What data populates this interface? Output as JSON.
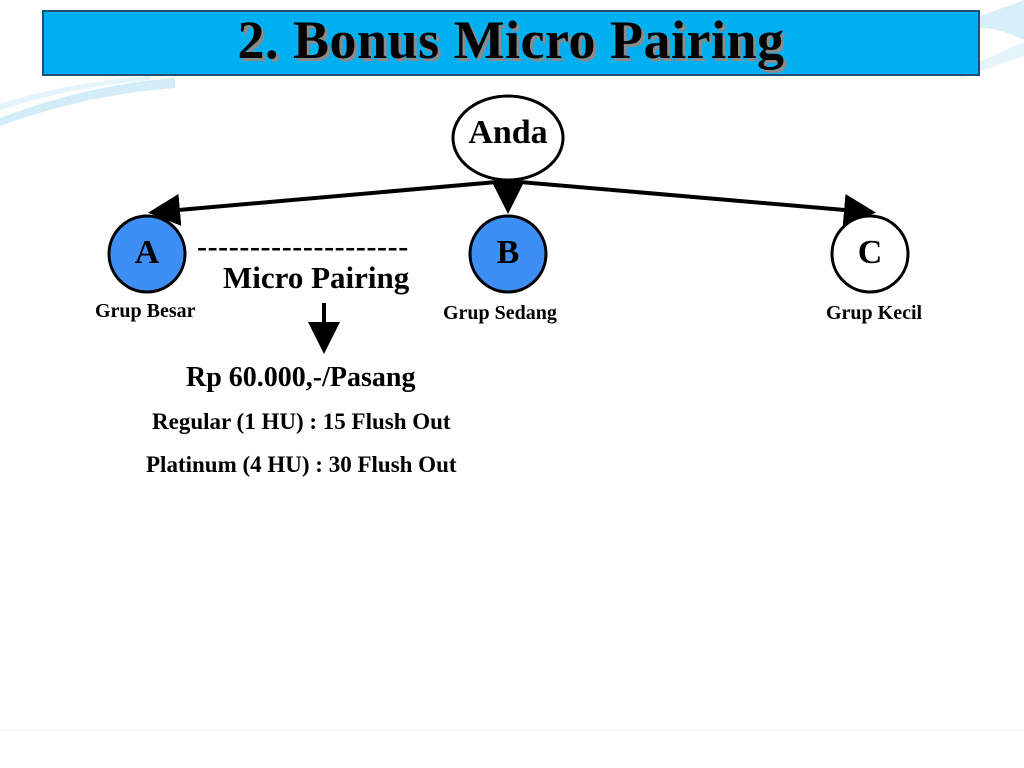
{
  "title": "2. Bonus Micro Pairing",
  "colors": {
    "title_bg": "#00b0f0",
    "node_blue": "#3d8ef5",
    "node_white": "#ffffff",
    "ink": "#000000",
    "swoosh": "#bfe3f3"
  },
  "nodes": {
    "root": {
      "label": "Anda"
    },
    "a": {
      "label": "A",
      "caption": "Grup Besar"
    },
    "b": {
      "label": "B",
      "caption": "Grup Sedang"
    },
    "c": {
      "label": "C",
      "caption": "Grup Kecil"
    }
  },
  "pairing": {
    "dashes": "--------------------",
    "label": "Micro Pairing"
  },
  "bonus": {
    "amount": "Rp 60.000,-/Pasang",
    "regular": "Regular (1 HU) : 15 Flush Out",
    "platinum": "Platinum (4 HU) : 30 Flush Out"
  }
}
